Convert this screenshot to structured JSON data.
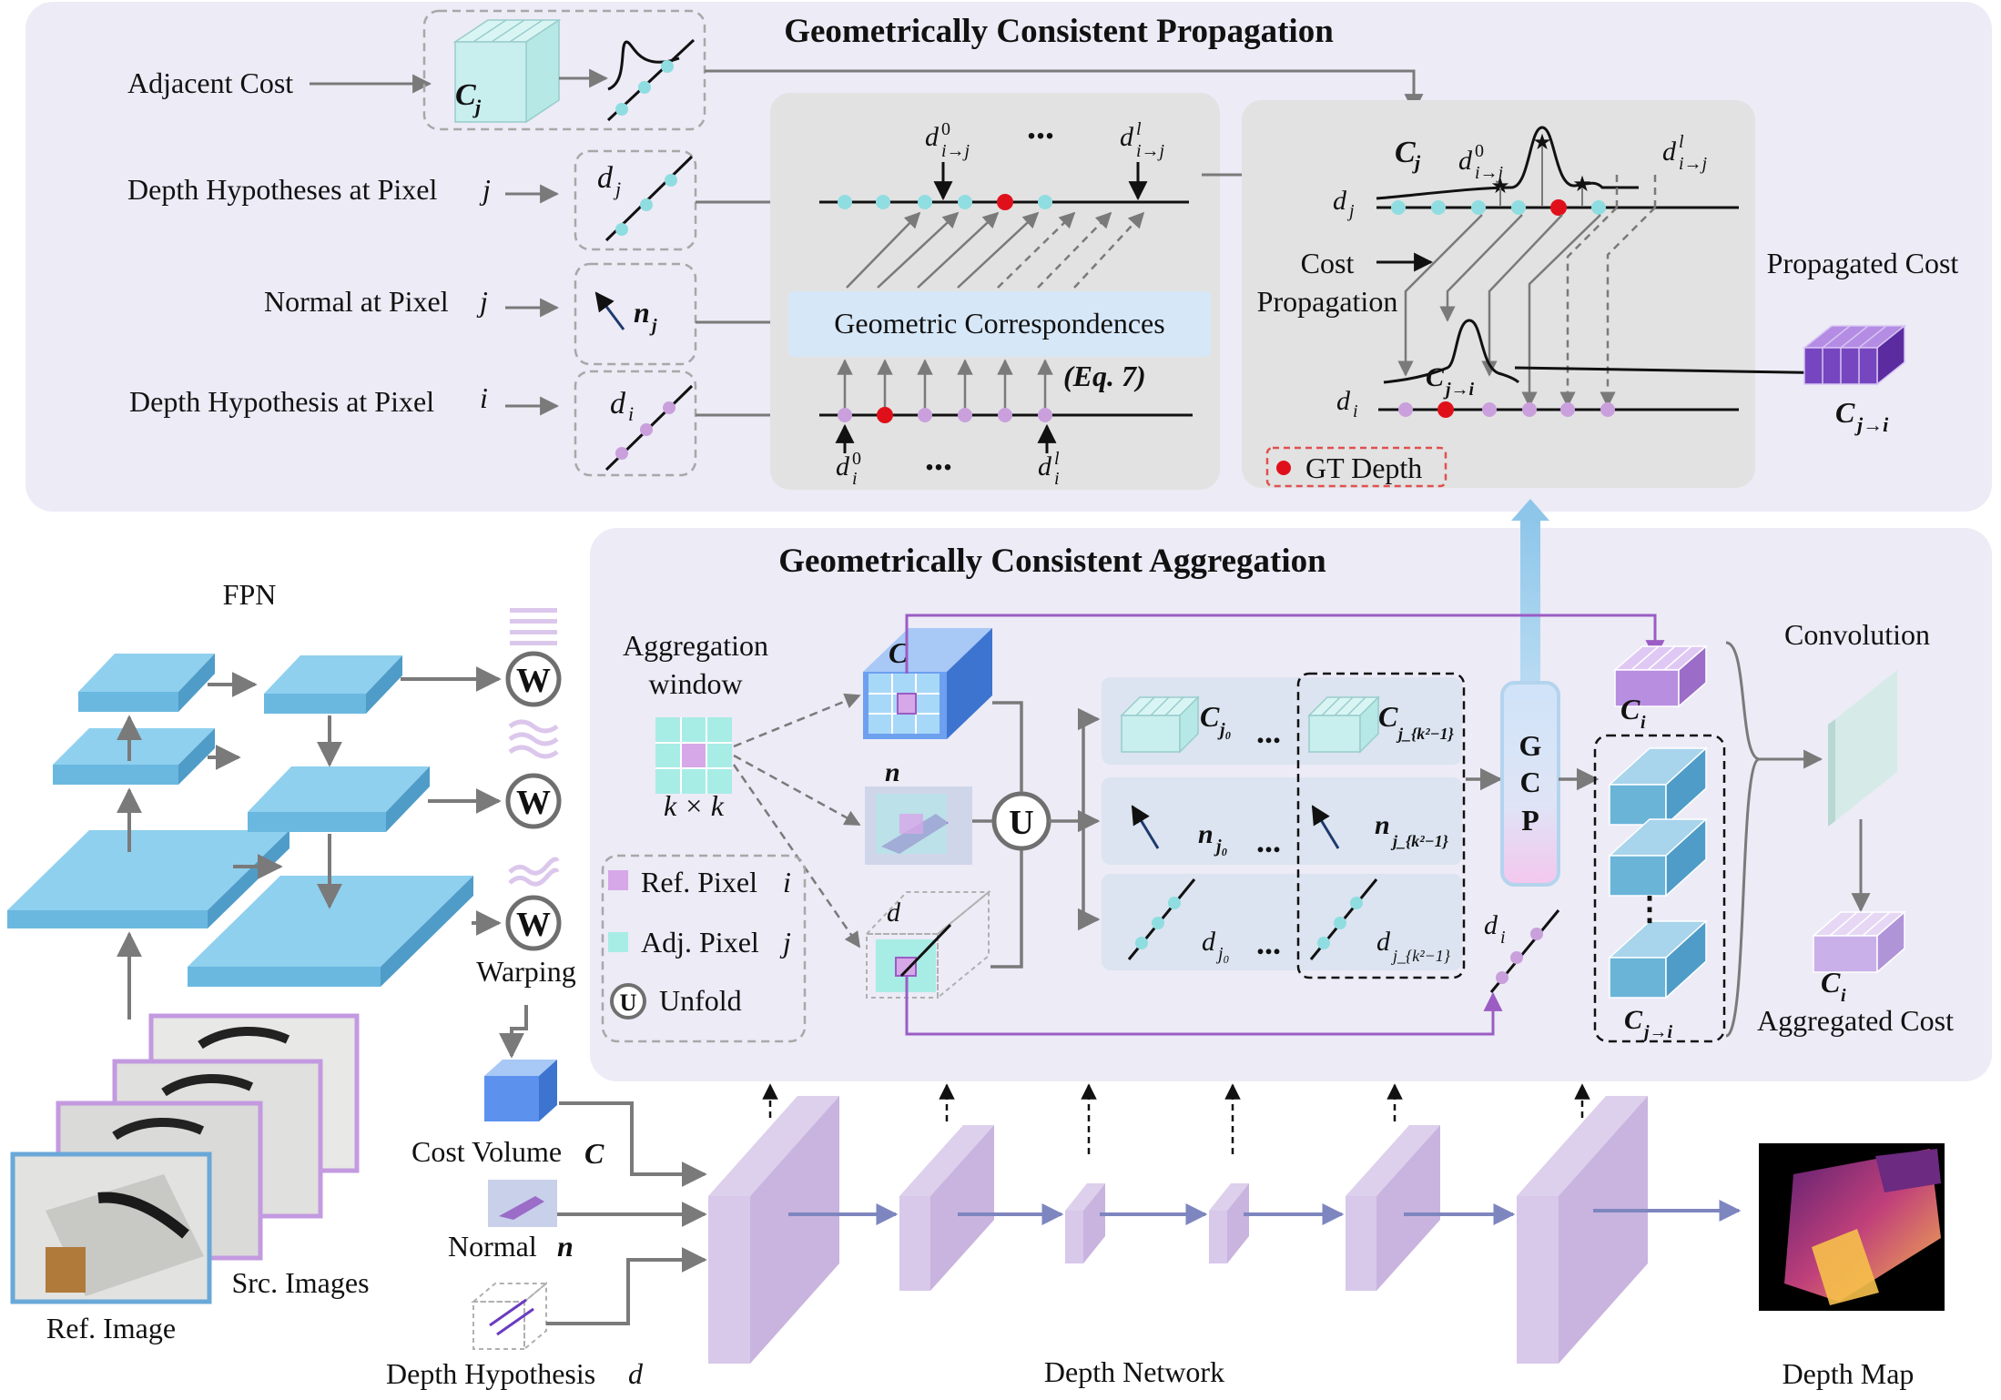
{
  "propagation": {
    "title": "Geometrically Consistent Propagation",
    "inputs": {
      "adjacent_cost": "Adjacent Cost",
      "depth_hyp_j": "Depth Hypotheses at Pixel",
      "normal_j": "Normal at Pixel",
      "depth_hyp_i": "Depth Hypothesis at Pixel",
      "var_j": "j",
      "var_i": "i"
    },
    "cost_symbol": "C",
    "cost_sub": "j",
    "d_symbol": "d",
    "n_symbol": "n",
    "dots": "...",
    "geo_corr": "Geometric Correspondences",
    "eq": "(Eq. 7)",
    "cost_prop_line1": "Cost",
    "cost_prop_line2": "Propagation",
    "propagated_cost": "Propagated Cost",
    "c_ji": "C",
    "c_ji_sub": "j→i",
    "gt_depth": "GT Depth",
    "d0": "d",
    "sup0": "0",
    "supl": "l",
    "sub_ij": "i→j"
  },
  "fpn": {
    "title": "FPN",
    "warping": "Warping",
    "w_symbol": "W",
    "cost_volume": "Cost Volume",
    "normal": "Normal",
    "depth_hyp": "Depth Hypothesis",
    "ref_image": "Ref. Image",
    "src_images": "Src. Images"
  },
  "aggregation": {
    "title": "Geometrically Consistent Aggregation",
    "window_line1": "Aggregation",
    "window_line2": "window",
    "kxk": "k × k",
    "legend_ref": "Ref. Pixel",
    "legend_adj": "Adj. Pixel",
    "legend_unfold": "Unfold",
    "unfold_symbol": "U",
    "gcp_letters": [
      "G",
      "C",
      "P"
    ],
    "convolution": "Convolution",
    "aggregated_cost": "Aggregated Cost",
    "ci": "C",
    "ci_sub": "i",
    "cj0_sub": "j₀",
    "cjk_sub": "j_{k²−1}",
    "c_ji_sub": "j→i"
  },
  "network": {
    "depth_network": "Depth Network",
    "depth_map": "Depth Map"
  },
  "colors": {
    "panel": "#ecebf6",
    "cyan": "#8fdde0",
    "purple": "#c9a0dc",
    "blue_plane": "#7cc8ec",
    "lavender": "#dccce8",
    "arrow_gray": "#7a7a7a",
    "red": "#e0101a",
    "gcp": "#d6e7f8"
  }
}
